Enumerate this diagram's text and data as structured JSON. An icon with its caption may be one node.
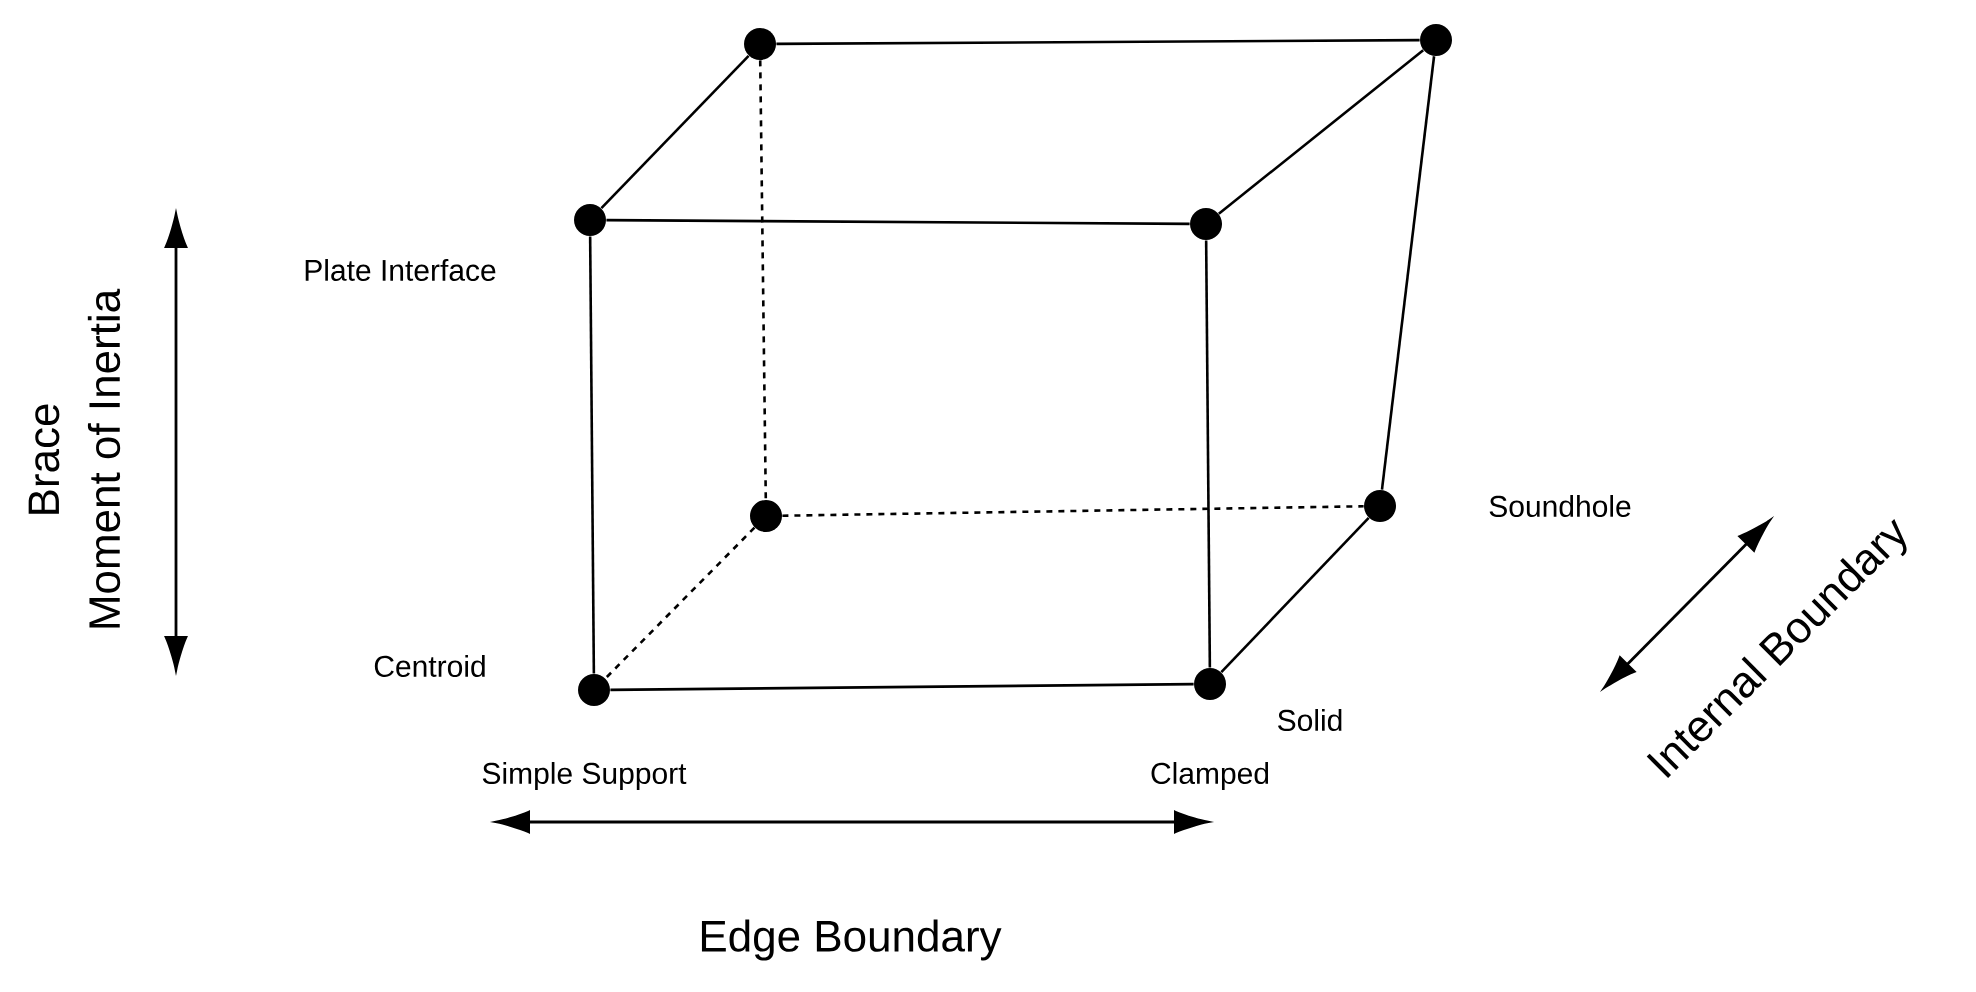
{
  "diagram": {
    "nodes": [
      {
        "text": [],
        "shape": "circle"
      },
      {
        "text": [],
        "shape": "circle"
      },
      {
        "text": [],
        "shape": "circle",
        "beside": [
          "Plate Interface"
        ]
      },
      {
        "text": [],
        "shape": "circle"
      },
      {
        "text": [],
        "shape": "circle"
      },
      {
        "text": [],
        "shape": "circle",
        "beside": [
          "Soundhole"
        ]
      },
      {
        "text": [],
        "shape": "circle",
        "beside": [
          "Centroid",
          "Simple Support"
        ]
      },
      {
        "text": [],
        "shape": "circle",
        "beside": [
          "Solid",
          "Clamped"
        ]
      }
    ],
    "edges": [
      {
        "from": 0,
        "to": 1,
        "arrow": "none"
      },
      {
        "from": 0,
        "to": 2,
        "arrow": "none"
      },
      {
        "from": 1,
        "to": 3,
        "arrow": "none"
      },
      {
        "from": 2,
        "to": 3,
        "arrow": "none"
      },
      {
        "from": 0,
        "to": 4,
        "arrow": "none",
        "style": "dashed"
      },
      {
        "from": 2,
        "to": 6,
        "arrow": "none"
      },
      {
        "from": 3,
        "to": 7,
        "arrow": "none"
      },
      {
        "from": 1,
        "to": 5,
        "arrow": "none"
      },
      {
        "from": 4,
        "to": 5,
        "arrow": "none",
        "style": "dashed"
      },
      {
        "from": 4,
        "to": 6,
        "arrow": "none",
        "style": "dashed"
      },
      {
        "from": 5,
        "to": 7,
        "arrow": "none"
      },
      {
        "from": 6,
        "to": 7,
        "arrow": "none"
      }
    ],
    "labels": [
      "Brace",
      "Moment of Inertia",
      "Internal Boundary",
      "Edge Boundary"
    ]
  }
}
